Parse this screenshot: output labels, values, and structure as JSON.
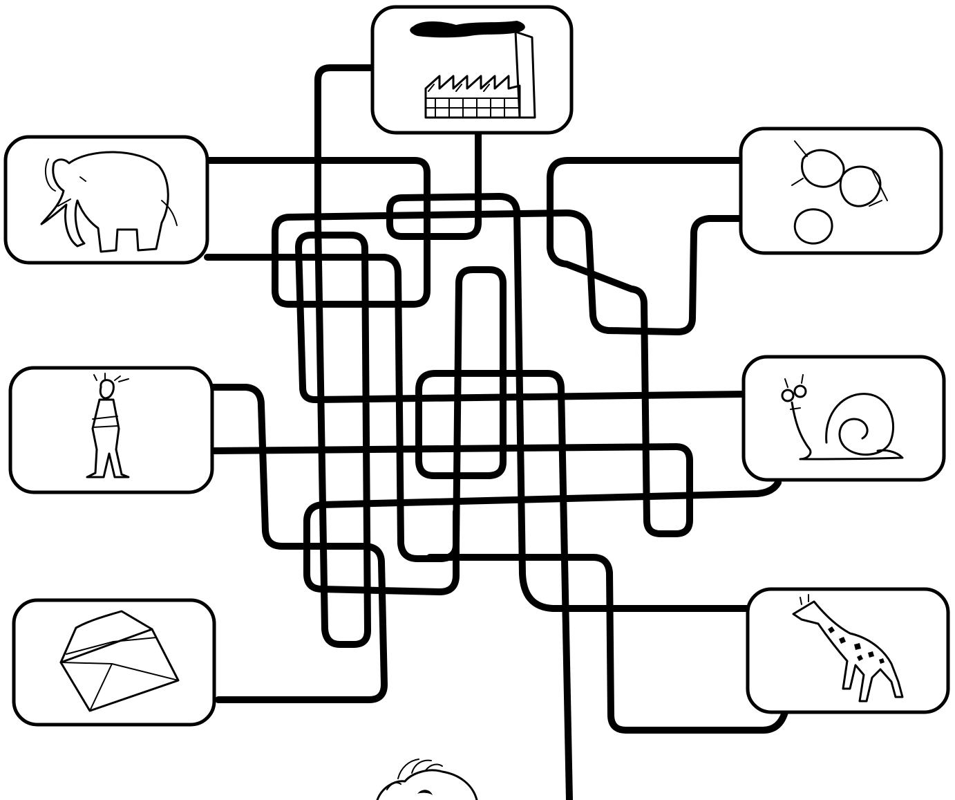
{
  "puzzle": {
    "type": "tangled-lines maze",
    "pictures": [
      {
        "id": "factory",
        "icon": "factory-icon"
      },
      {
        "id": "elephant",
        "icon": "elephant-icon"
      },
      {
        "id": "nuts",
        "icon": "hazelnuts-icon"
      },
      {
        "id": "boy",
        "icon": "boy-feather-headdress-icon"
      },
      {
        "id": "snail",
        "icon": "snail-icon"
      },
      {
        "id": "envelope",
        "icon": "envelope-icon"
      },
      {
        "id": "giraffe",
        "icon": "giraffe-icon"
      },
      {
        "id": "face",
        "icon": "cartoon-face-icon"
      }
    ],
    "line_color": "#000000",
    "background": "#ffffff"
  }
}
